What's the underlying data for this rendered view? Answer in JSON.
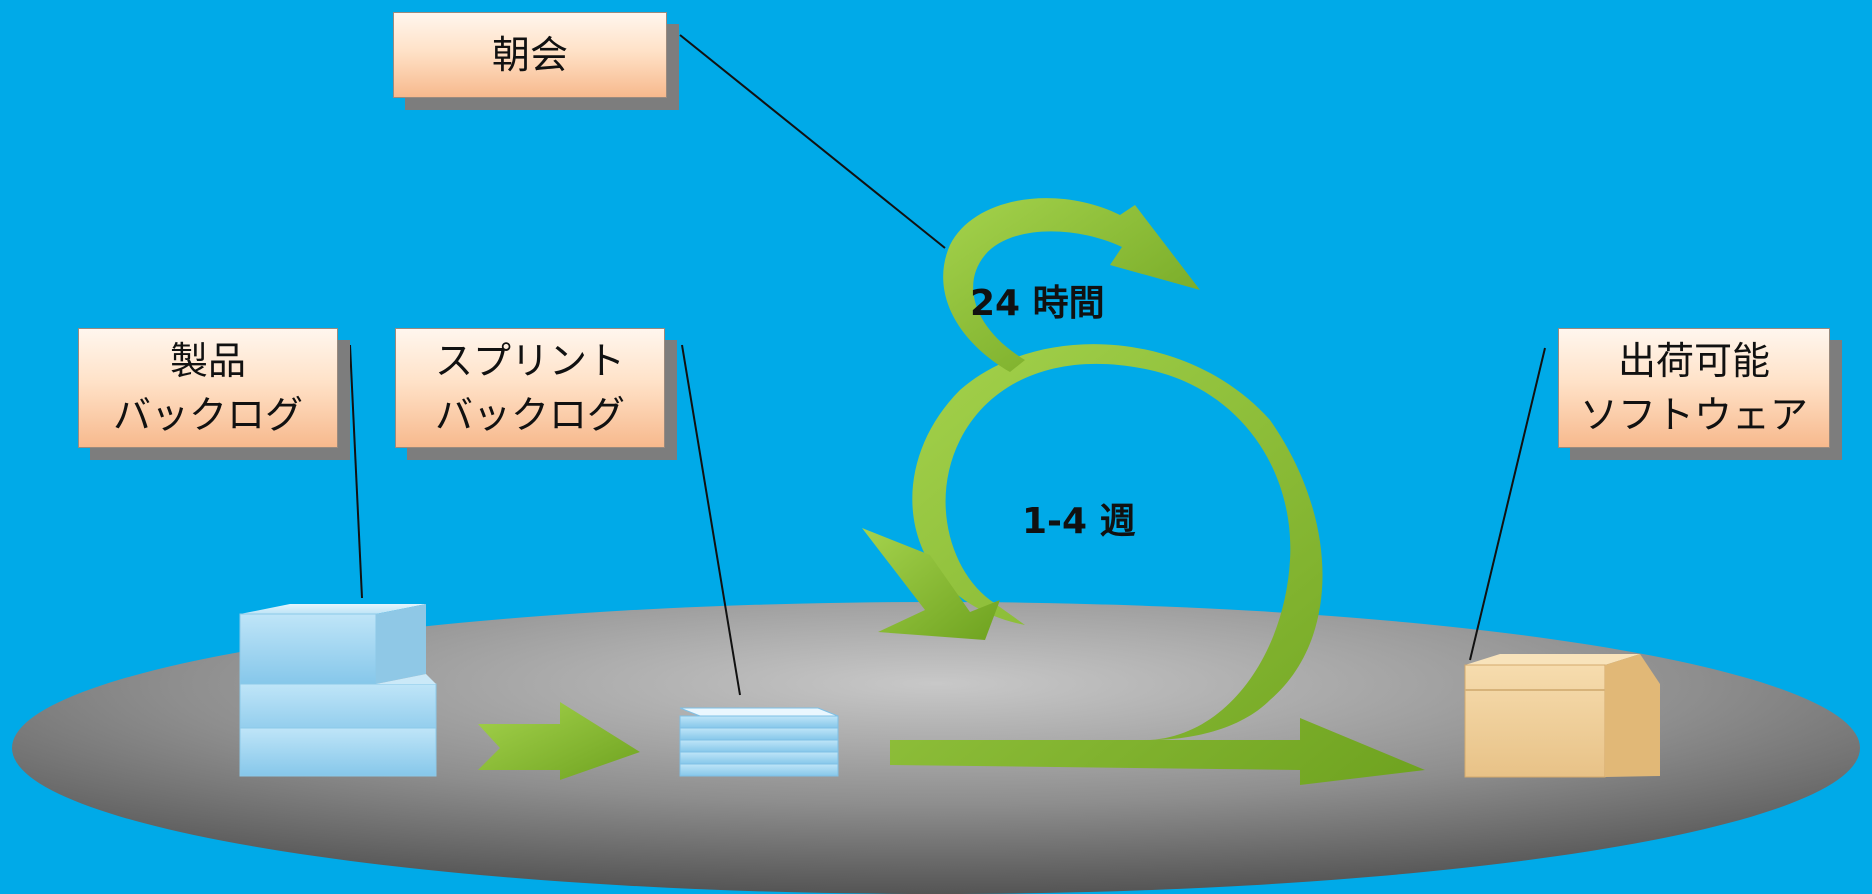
{
  "labels": {
    "morning_meeting": "朝会",
    "product_backlog": "製品\nバックログ",
    "sprint_backlog": "スプリント\nバックログ",
    "shippable_software": "出荷可能\nソフトウェア"
  },
  "cycle_labels": {
    "daily": "24 時間",
    "sprint": "1-4 週"
  },
  "colors": {
    "background": "#00aae8",
    "arrow": "#8cc63f",
    "platform": "#8a8a8a",
    "backlog_blocks": "#a9dcf5",
    "shipping_box": "#f1d39f"
  }
}
